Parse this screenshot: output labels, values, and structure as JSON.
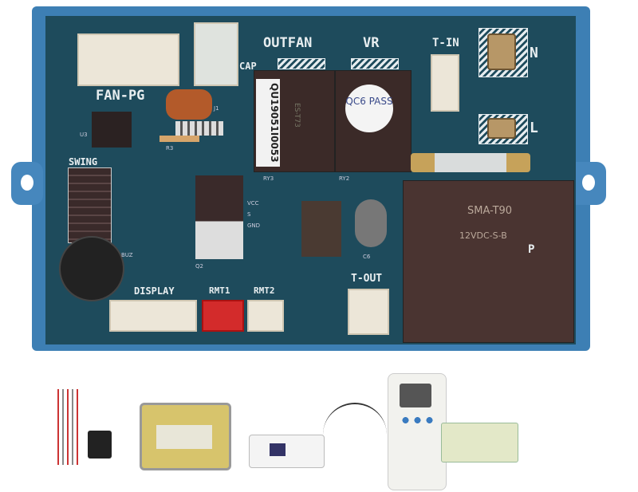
{
  "board": {
    "labels": {
      "fan_pg": "FAN-PG",
      "outfan": "OUTFAN",
      "cap": "CAP",
      "vr": "VR",
      "t_in": "T-IN",
      "n": "N",
      "l": "L",
      "swing": "SWING",
      "display": "DISPLAY",
      "rmt1": "RMT1",
      "rmt2": "RMT2",
      "t_out": "T-OUT",
      "buz": "BUZ",
      "u3": "U3",
      "r3": "R3",
      "q2": "Q2",
      "c6": "C6",
      "j1": "J1",
      "ry3": "RY3",
      "ry2": "RY2",
      "p": "P"
    },
    "sticker_code": "QU19051I0053",
    "qc_sticker": "QC6 PASS",
    "big_relay": {
      "model": "SMA-T90",
      "rating": "12VDC-S-B"
    },
    "small_relay_text": "ES-T73",
    "pin_labels": [
      "VCC",
      "S",
      "GND"
    ]
  },
  "colors": {
    "housing": "#3d7fb4",
    "pcb": "#1e4b5c",
    "relay": "#3b2a28",
    "rmt1": "#d32b2b"
  }
}
